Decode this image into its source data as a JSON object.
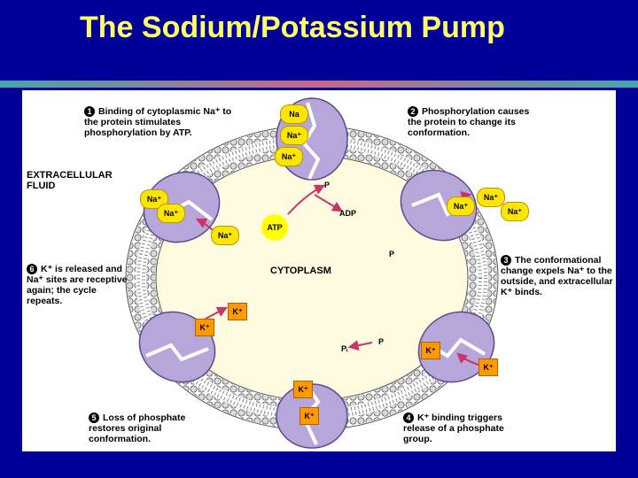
{
  "slide": {
    "title": "The Sodium/Potassium Pump"
  },
  "regions": {
    "extracellular": "EXTRACELLULAR FLUID",
    "cytoplasm": "CYTOPLASM"
  },
  "steps": [
    {
      "num": "1",
      "text": "Binding of cytoplasmic Na⁺ to the protein stimulates phosphorylation by ATP."
    },
    {
      "num": "2",
      "text": "Phosphorylation causes the protein to change its conformation."
    },
    {
      "num": "3",
      "text": "The conformational change expels Na⁺ to the outside, and extracellular K⁺ binds."
    },
    {
      "num": "4",
      "text": "K⁺ binding triggers release of a phosphate group."
    },
    {
      "num": "5",
      "text": "Loss of phosphate restores original conformation."
    },
    {
      "num": "6",
      "text": "K⁺ is released and Na⁺ sites are receptive again; the cycle repeats."
    }
  ],
  "labels": {
    "na": "Na⁺",
    "na_plain": "Na",
    "k": "K⁺",
    "atp": "ATP",
    "adp": "ADP",
    "p": "P",
    "pi": "Pᵢ"
  },
  "colors": {
    "background": "#000099",
    "title": "#ffff66",
    "pump": "#b7a6d9",
    "sodium": "#ffe600",
    "potassium": "#ff9900",
    "arrow": "#cc3366"
  }
}
